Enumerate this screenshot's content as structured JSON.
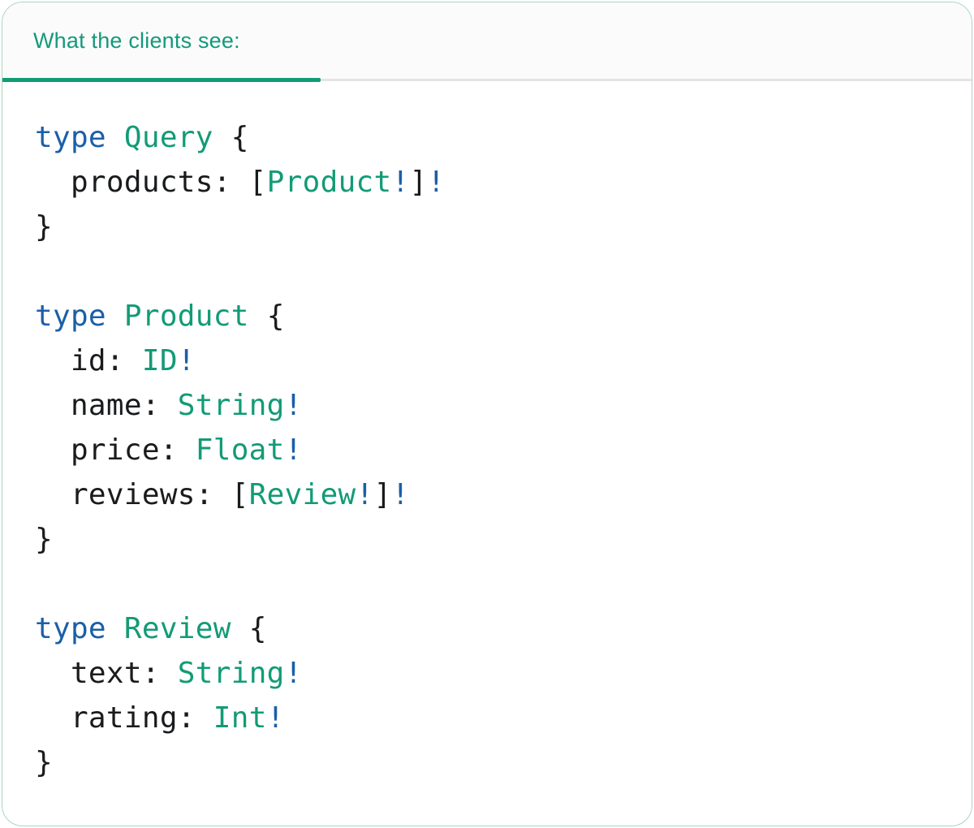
{
  "colors": {
    "header_teal": "#14997b",
    "type_green": "#129b76",
    "keyword_blue": "#1b5fa8",
    "code_dark": "#191b1d",
    "tab_track_gray": "#e4e4e4",
    "card_border_green": "#a9d6bd",
    "tab_bg": "#fbfbfb"
  },
  "tab": {
    "label": "What the clients see:"
  },
  "code": {
    "language": "graphql",
    "lines": [
      {
        "tokens": [
          {
            "t": "type",
            "c": "keyword"
          },
          {
            "t": " ",
            "c": "plain"
          },
          {
            "t": "Query",
            "c": "typename"
          },
          {
            "t": " {",
            "c": "plain"
          }
        ]
      },
      {
        "tokens": [
          {
            "t": "  products: [",
            "c": "plain"
          },
          {
            "t": "Product",
            "c": "typename"
          },
          {
            "t": "!",
            "c": "keyword"
          },
          {
            "t": "]",
            "c": "plain"
          },
          {
            "t": "!",
            "c": "keyword"
          }
        ]
      },
      {
        "tokens": [
          {
            "t": "}",
            "c": "plain"
          }
        ]
      },
      {
        "tokens": []
      },
      {
        "tokens": [
          {
            "t": "type",
            "c": "keyword"
          },
          {
            "t": " ",
            "c": "plain"
          },
          {
            "t": "Product",
            "c": "typename"
          },
          {
            "t": " {",
            "c": "plain"
          }
        ]
      },
      {
        "tokens": [
          {
            "t": "  id: ",
            "c": "plain"
          },
          {
            "t": "ID",
            "c": "typename"
          },
          {
            "t": "!",
            "c": "keyword"
          }
        ]
      },
      {
        "tokens": [
          {
            "t": "  name: ",
            "c": "plain"
          },
          {
            "t": "String",
            "c": "typename"
          },
          {
            "t": "!",
            "c": "keyword"
          }
        ]
      },
      {
        "tokens": [
          {
            "t": "  price: ",
            "c": "plain"
          },
          {
            "t": "Float",
            "c": "typename"
          },
          {
            "t": "!",
            "c": "keyword"
          }
        ]
      },
      {
        "tokens": [
          {
            "t": "  reviews: [",
            "c": "plain"
          },
          {
            "t": "Review",
            "c": "typename"
          },
          {
            "t": "!",
            "c": "keyword"
          },
          {
            "t": "]",
            "c": "plain"
          },
          {
            "t": "!",
            "c": "keyword"
          }
        ]
      },
      {
        "tokens": [
          {
            "t": "}",
            "c": "plain"
          }
        ]
      },
      {
        "tokens": []
      },
      {
        "tokens": [
          {
            "t": "type",
            "c": "keyword"
          },
          {
            "t": " ",
            "c": "plain"
          },
          {
            "t": "Review",
            "c": "typename"
          },
          {
            "t": " {",
            "c": "plain"
          }
        ]
      },
      {
        "tokens": [
          {
            "t": "  text: ",
            "c": "plain"
          },
          {
            "t": "String",
            "c": "typename"
          },
          {
            "t": "!",
            "c": "keyword"
          }
        ]
      },
      {
        "tokens": [
          {
            "t": "  rating: ",
            "c": "plain"
          },
          {
            "t": "Int",
            "c": "typename"
          },
          {
            "t": "!",
            "c": "keyword"
          }
        ]
      },
      {
        "tokens": [
          {
            "t": "}",
            "c": "plain"
          }
        ]
      }
    ]
  }
}
